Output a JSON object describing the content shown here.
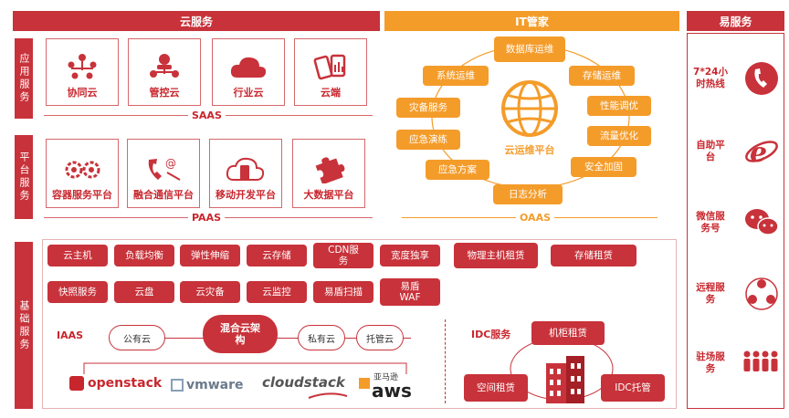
{
  "cloud_service": {
    "title": "云服务"
  },
  "it_manager": {
    "title": "IT管家"
  },
  "easy_service": {
    "title": "易服务"
  },
  "side_labels": {
    "app": "应用服务",
    "platform": "平台服务",
    "base": "基础服务"
  },
  "saas": {
    "label": "SAAS",
    "cards": [
      "协同云",
      "管控云",
      "行业云",
      "云端"
    ]
  },
  "paas": {
    "label": "PAAS",
    "cards": [
      "容器服务平台",
      "融合通信平台",
      "移动开发平台",
      "大数据平台"
    ]
  },
  "oaas": {
    "label": "OAAS",
    "center": "云运维平台",
    "items": [
      "数据库运维",
      "存储运维",
      "性能调优",
      "流量优化",
      "安全加固",
      "日志分析",
      "应急方案",
      "应急演练",
      "灾备服务",
      "系统运维"
    ]
  },
  "iaas": {
    "label": "IAAS",
    "row1": [
      "云主机",
      "负载均衡",
      "弹性伸缩",
      "云存储",
      "CDN服务",
      "宽度独享"
    ],
    "row2": [
      "快照服务",
      "云盘",
      "云灾备",
      "云监控",
      "易盾扫描",
      "易盾WAF"
    ],
    "storage": [
      "物理主机租赁",
      "存储租赁"
    ],
    "clouds": {
      "public": "公有云",
      "hybrid": "混合云架构",
      "private": "私有云",
      "hosted": "托管云"
    },
    "logos": {
      "openstack": "openstack",
      "vmware": "vmware",
      "cloudstack": "cloudstack",
      "aws": "aws",
      "aws_cn": "亚马逊"
    }
  },
  "idc": {
    "label": "IDC服务",
    "items": [
      "机柜租赁",
      "空间租赁",
      "IDC托管"
    ]
  },
  "easy_items": [
    {
      "label": "7*24小时热线",
      "icon": "phone-icon"
    },
    {
      "label": "自助平台",
      "icon": "ie-icon"
    },
    {
      "label": "微信服务号",
      "icon": "wechat-icon"
    },
    {
      "label": "远程服务",
      "icon": "remote-icon"
    },
    {
      "label": "驻场服务",
      "icon": "people-icon"
    }
  ],
  "colors": {
    "red": "#c8323a",
    "orange": "#f49c2a"
  }
}
